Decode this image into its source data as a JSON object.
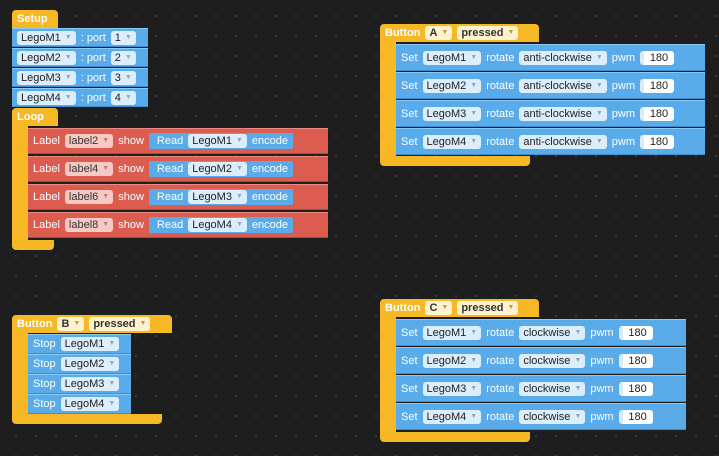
{
  "setup": {
    "title": "Setup",
    "rows": [
      {
        "motor": "LegoM1",
        "sep": ": port",
        "port": "1"
      },
      {
        "motor": "LegoM2",
        "sep": ": port",
        "port": "2"
      },
      {
        "motor": "LegoM3",
        "sep": ": port",
        "port": "3"
      },
      {
        "motor": "LegoM4",
        "sep": ": port",
        "port": "4"
      }
    ]
  },
  "loop": {
    "title": "Loop",
    "rows": [
      {
        "label_kw": "Label",
        "label": "label2",
        "show": "show",
        "read": "Read",
        "motor": "LegoM1",
        "encode": "encode"
      },
      {
        "label_kw": "Label",
        "label": "label4",
        "show": "show",
        "read": "Read",
        "motor": "LegoM2",
        "encode": "encode"
      },
      {
        "label_kw": "Label",
        "label": "label6",
        "show": "show",
        "read": "Read",
        "motor": "LegoM3",
        "encode": "encode"
      },
      {
        "label_kw": "Label",
        "label": "label8",
        "show": "show",
        "read": "Read",
        "motor": "LegoM4",
        "encode": "encode"
      }
    ]
  },
  "buttonA": {
    "kw": "Button",
    "button": "A",
    "event": "pressed",
    "rows": [
      {
        "set": "Set",
        "motor": "LegoM1",
        "rotate": "rotate",
        "dir": "anti-clockwise",
        "pwm": "pwm",
        "value": "180"
      },
      {
        "set": "Set",
        "motor": "LegoM2",
        "rotate": "rotate",
        "dir": "anti-clockwise",
        "pwm": "pwm",
        "value": "180"
      },
      {
        "set": "Set",
        "motor": "LegoM3",
        "rotate": "rotate",
        "dir": "anti-clockwise",
        "pwm": "pwm",
        "value": "180"
      },
      {
        "set": "Set",
        "motor": "LegoM4",
        "rotate": "rotate",
        "dir": "anti-clockwise",
        "pwm": "pwm",
        "value": "180"
      }
    ]
  },
  "buttonB": {
    "kw": "Button",
    "button": "B",
    "event": "pressed",
    "rows": [
      {
        "stop": "Stop",
        "motor": "LegoM1"
      },
      {
        "stop": "Stop",
        "motor": "LegoM2"
      },
      {
        "stop": "Stop",
        "motor": "LegoM3"
      },
      {
        "stop": "Stop",
        "motor": "LegoM4"
      }
    ]
  },
  "buttonC": {
    "kw": "Button",
    "button": "C",
    "event": "pressed",
    "rows": [
      {
        "set": "Set",
        "motor": "LegoM1",
        "rotate": "rotate",
        "dir": "clockwise",
        "pwm": "pwm",
        "value": "180"
      },
      {
        "set": "Set",
        "motor": "LegoM2",
        "rotate": "rotate",
        "dir": "clockwise",
        "pwm": "pwm",
        "value": "180"
      },
      {
        "set": "Set",
        "motor": "LegoM3",
        "rotate": "rotate",
        "dir": "clockwise",
        "pwm": "pwm",
        "value": "180"
      },
      {
        "set": "Set",
        "motor": "LegoM4",
        "rotate": "rotate",
        "dir": "clockwise",
        "pwm": "pwm",
        "value": "180"
      }
    ]
  },
  "colors": {
    "hat": "#f7b826",
    "motor_block": "#5aabea",
    "label_block": "#dc5c50",
    "background": "#1e1e1e"
  }
}
